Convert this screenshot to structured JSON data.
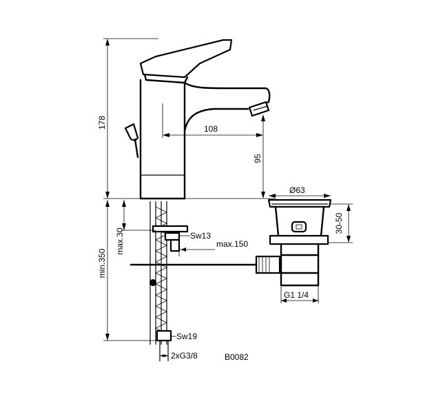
{
  "drawing": {
    "code": "B0082",
    "dimensions": {
      "height_total": "178",
      "spout_reach": "108",
      "spout_height": "95",
      "waste_diameter": "Ø63",
      "waste_range": "30-50",
      "waste_thread": "G1 1/4",
      "hose_length": "max.150",
      "nut_sw13": "Sw13",
      "max_thickness": "max.30",
      "min_depth": "min.350",
      "nut_sw19": "Sw19",
      "connection": "2xG3/8"
    }
  }
}
